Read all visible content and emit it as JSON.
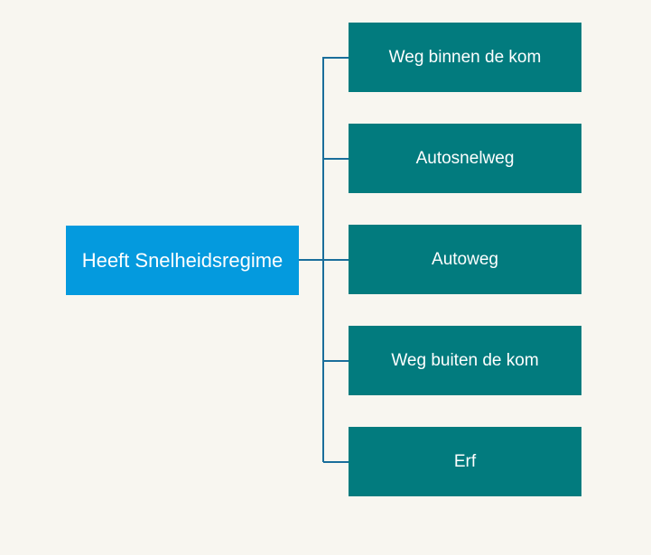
{
  "diagram": {
    "root": {
      "label": "Heeft Snelheidsregime"
    },
    "children": [
      {
        "label": "Weg binnen de kom"
      },
      {
        "label": "Autosnelweg"
      },
      {
        "label": "Autoweg"
      },
      {
        "label": "Weg buiten de kom"
      },
      {
        "label": "Erf"
      }
    ]
  },
  "colors": {
    "background": "#f8f6f0",
    "root_fill": "#049ade",
    "child_fill": "#027b7e",
    "connector": "#1a6e9b",
    "text": "#ffffff"
  }
}
